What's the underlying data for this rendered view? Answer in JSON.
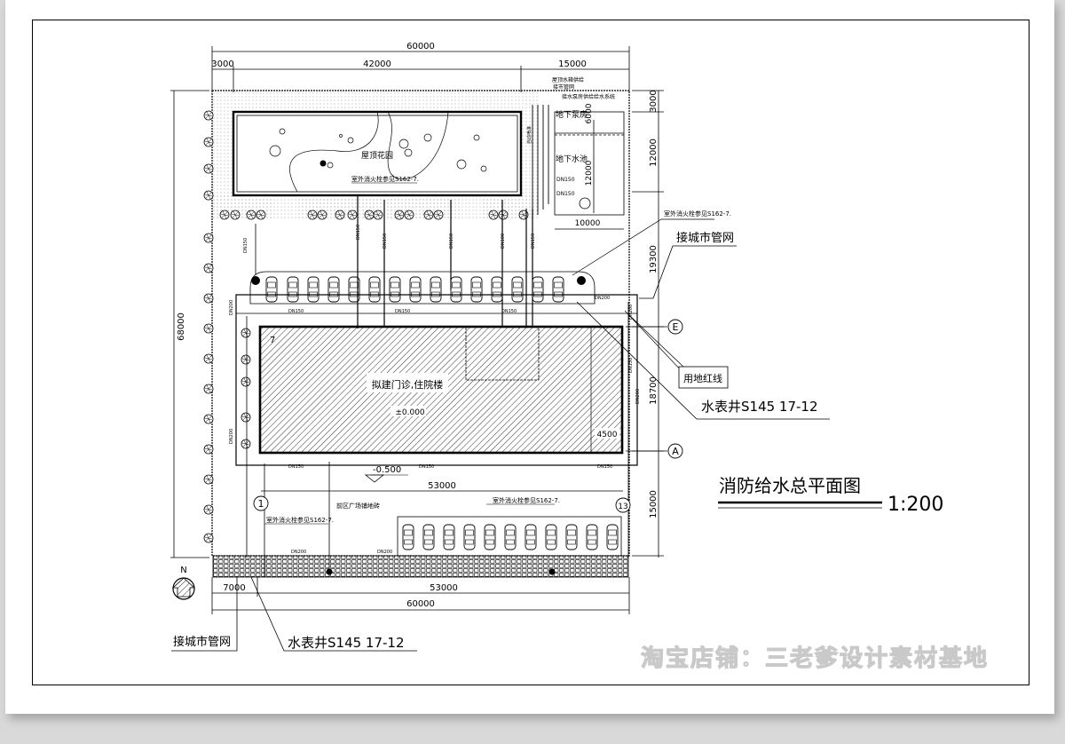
{
  "drawing": {
    "title": "消防给水总平面图",
    "scale": "1:200",
    "north_label": "N",
    "watermark": "淘宝店铺：三老爹设计素材基地"
  },
  "dimensions": {
    "top_total": "60000",
    "top_left": "3000",
    "top_mid": "42000",
    "top_right": "15000",
    "left_total": "68000",
    "right_a": "3000",
    "right_b": "12000",
    "right_c": "19300",
    "right_d": "18700",
    "right_e": "15000",
    "pump_height": "6000",
    "pool_height": "12000",
    "pool_width": "10000",
    "bottom_left": "7000",
    "bottom_right": "53000",
    "bottom_total": "60000",
    "axis_span": "53000",
    "bldg_inset": "4500"
  },
  "labels": {
    "roof_garden": "屋顶花园",
    "building": "拟建门诊,住院楼",
    "elev_zero": "±0.000",
    "elev_minus": "-0.500",
    "pump_room": "地下泵房",
    "water_pool": "地下水池",
    "plaza": "前区广场铺地砖",
    "hydrant_note": "室外消火栓参见S162-7.",
    "city_main_right": "接城市管网",
    "city_main_left": "接城市管网",
    "red_line": "用地红线",
    "meter_right": "水表井S145 17-12",
    "meter_left": "水表井S145 17-12",
    "pump_note_1": "屋顶水箱供给",
    "pump_note_2": "接市管网",
    "pump_note_3": "接水泵房供给给水系统",
    "auto_note": "自动喷淋",
    "dn150_a": "DN150",
    "dn150_b": "DN150",
    "dn200": "DN200",
    "dn100": "DN100",
    "bldg_mark": "7"
  },
  "axes": {
    "a1": "1",
    "a13": "13",
    "aE": "E",
    "aA": "A"
  },
  "pipe_labels": [
    "DN150",
    "DN150",
    "DN150",
    "DN150",
    "DN100",
    "DN150",
    "DN200",
    "DN150",
    "DN150",
    "DN150",
    "DN200",
    "DN200",
    "DN150",
    "DN200",
    "DN200",
    "DN150",
    "DN150",
    "DN150",
    "DN200",
    "DN200"
  ],
  "colors": {
    "line": "#000000",
    "paper": "#ffffff",
    "background": "#d9d9d9"
  }
}
